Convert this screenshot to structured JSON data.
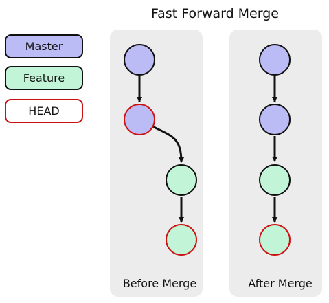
{
  "title": "Fast Forward Merge",
  "legend": {
    "master": "Master",
    "feature": "Feature",
    "head": "HEAD"
  },
  "panels": {
    "before": "Before Merge",
    "after": "After Merge"
  },
  "colors": {
    "master_fill": "#bbbbf5",
    "feature_fill": "#c2f5d8",
    "head_stroke": "#cc1111",
    "normal_stroke": "#111111",
    "panel_bg": "#ececec"
  }
}
